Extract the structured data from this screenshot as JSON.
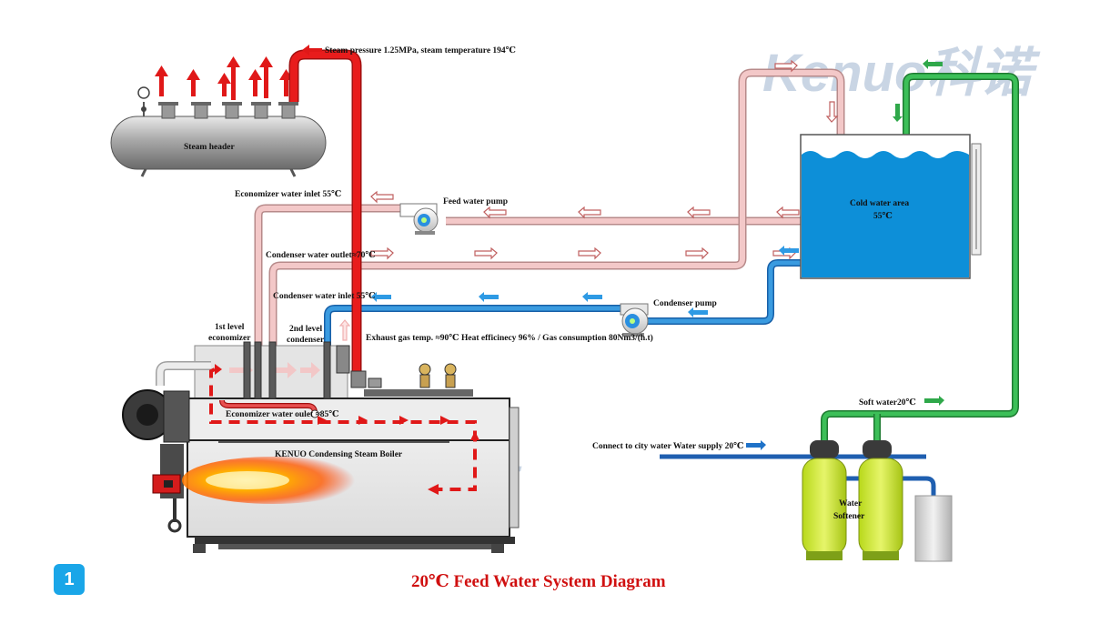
{
  "colors": {
    "steam": "#e01818",
    "economizer": "#f3c8c8",
    "condenser": "#2e8fd8",
    "soft_water": "#2fa84a",
    "city_water": "#1f5fb0",
    "tank_water": "#0d8fd8"
  },
  "watermark": {
    "text": "Kenuo科诺"
  },
  "labels": {
    "steam_header": "Steam header",
    "steam_pressure": "Steam pressure 1.25MPa, steam temperature 194℃",
    "economizer_inlet": "Economizer water inlet 55℃",
    "feed_water_pump": "Feed water pump",
    "condenser_outlet": "Condenser water outlet≈70℃",
    "condenser_inlet": "Condenser water inlet 55℃",
    "condenser_pump": "Condenser pump",
    "first_economizer_l1": "1st level",
    "first_economizer_l2": "economizer",
    "second_condenser_l1": "2nd level",
    "second_condenser_l2": "condenser",
    "exhaust": "Exhaust gas temp. ≈90℃   Heat efficinecy 96% / Gas consumption 80Nm3/(h.t)",
    "economizer_outlet": "Economizer water oulet ≈85℃",
    "boiler": "KENUO Condensing Steam Boiler",
    "cold_water_area_l1": "Cold water area",
    "cold_water_area_l2": "55℃",
    "soft_water": "Soft water20℃",
    "city_water": "Connect to city water Water supply 20℃",
    "water_softener_l1": "Water",
    "water_softener_l2": "Softener"
  },
  "title": "20℃ Feed Water System Diagram",
  "badge": "1"
}
